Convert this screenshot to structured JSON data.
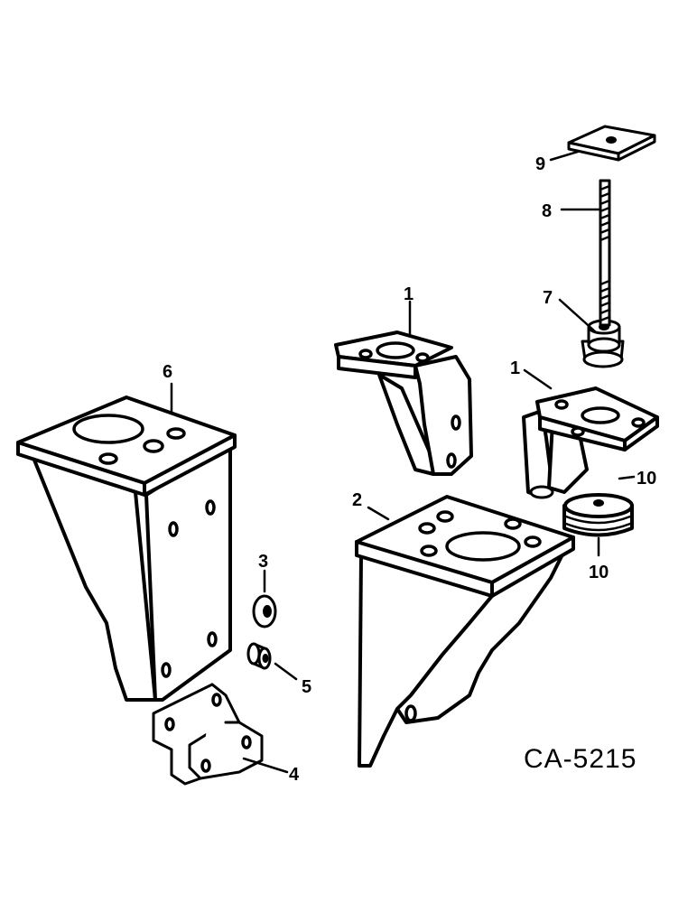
{
  "callouts": {
    "c1a": "1",
    "c1b": "1",
    "c2": "2",
    "c3": "3",
    "c4": "4",
    "c5": "5",
    "c6": "6",
    "c7": "7",
    "c8": "8",
    "c9": "9",
    "c10a": "10",
    "c10b": "10"
  },
  "figure_code": "CA-5215",
  "colors": {
    "ink": "#000000",
    "paper": "#ffffff"
  }
}
